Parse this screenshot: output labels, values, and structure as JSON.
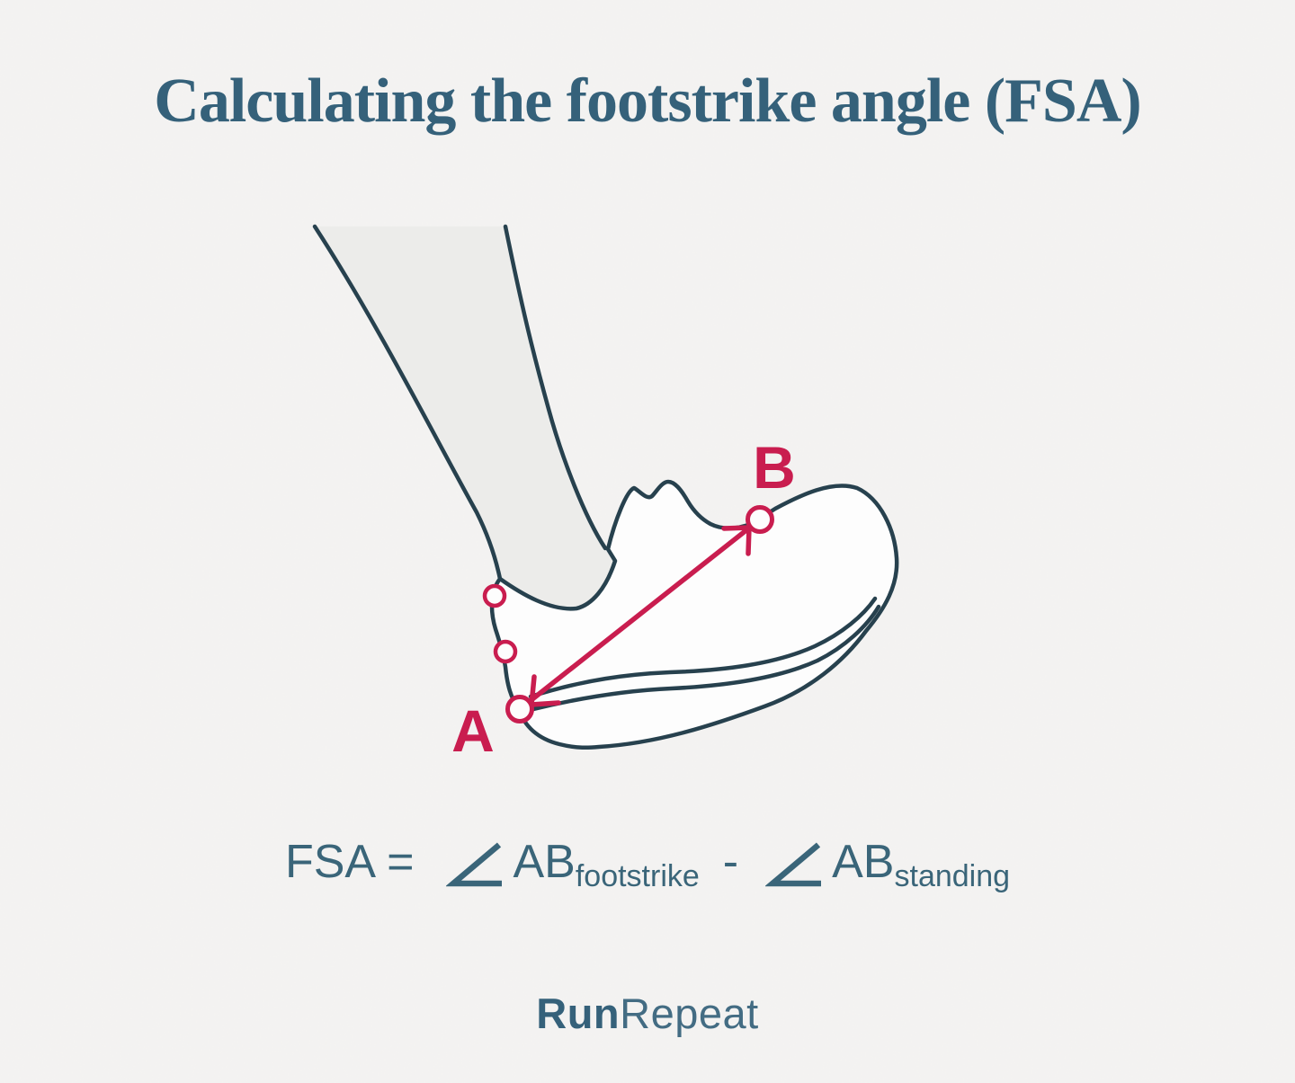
{
  "title": "Calculating the footstrike angle (FSA)",
  "illustration": {
    "point_a_label": "A",
    "point_b_label": "B",
    "colors": {
      "outline": "#27414e",
      "marker_accent": "#c91d4f",
      "leg_fill": "#ececea",
      "shoe_fill": "#fdfdfd"
    }
  },
  "formula": {
    "lhs": "FSA",
    "equals": "=",
    "term1_main": "AB",
    "term1_sub": "footstrike",
    "minus": "-",
    "term2_main": "AB",
    "term2_sub": "standing"
  },
  "footer": {
    "brand_bold": "Run",
    "brand_light": "Repeat"
  },
  "colors": {
    "heading": "#35617a",
    "formula_text": "#3a6579",
    "background": "#f4f3f1"
  }
}
